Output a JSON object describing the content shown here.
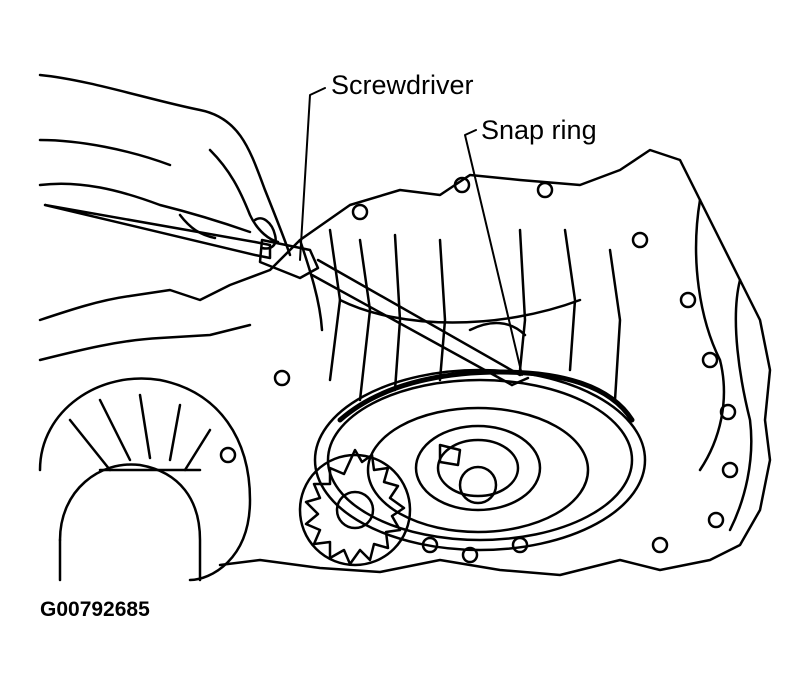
{
  "labels": {
    "screwdriver": "Screwdriver",
    "snap_ring": "Snap ring"
  },
  "figure_id": "G00792685",
  "colors": {
    "ink": "#000000",
    "paper": "#ffffff"
  }
}
